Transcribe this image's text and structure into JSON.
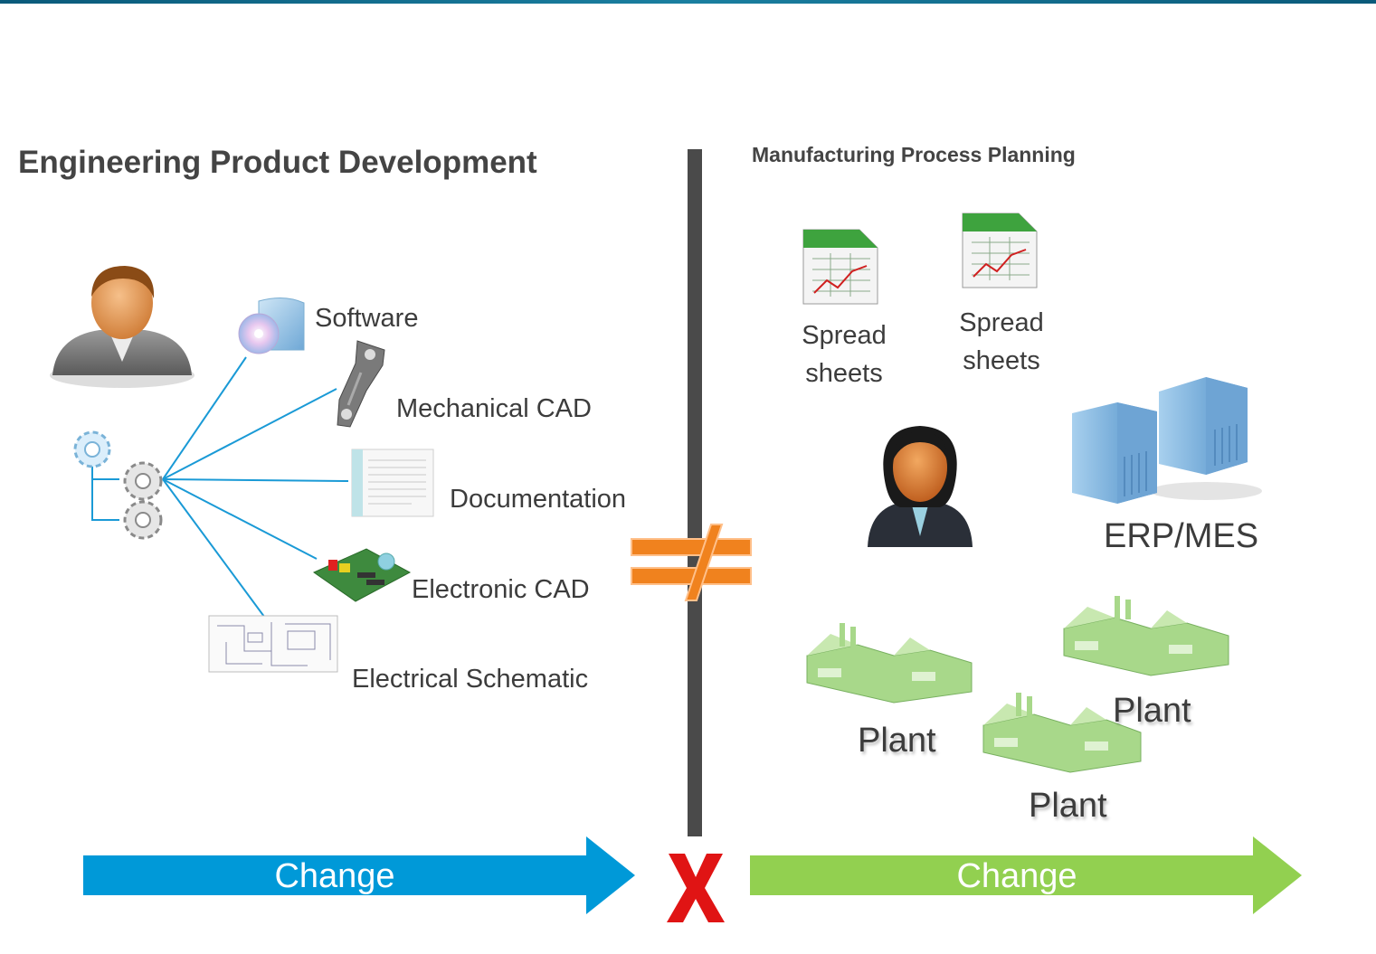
{
  "left": {
    "title": "Engineering Product Development",
    "items": [
      {
        "label": "Software",
        "icon": "software-disc-icon"
      },
      {
        "label": "Mechanical CAD",
        "icon": "mechanical-part-icon"
      },
      {
        "label": "Documentation",
        "icon": "document-icon"
      },
      {
        "label": "Electronic CAD",
        "icon": "circuit-board-icon"
      },
      {
        "label": "Electrical Schematic",
        "icon": "schematic-icon"
      }
    ],
    "arrow_label": "Change"
  },
  "right": {
    "title": "Manufacturing Process Planning",
    "spreadsheets": [
      {
        "line1": "Spread",
        "line2": "sheets"
      },
      {
        "line1": "Spread",
        "line2": "sheets"
      }
    ],
    "erp_label": "ERP/MES",
    "plants": [
      "Plant",
      "Plant",
      "Plant"
    ],
    "arrow_label": "Change"
  },
  "separator": {
    "not_equal_symbol": "≠",
    "break_mark": "X"
  },
  "colors": {
    "left_arrow": "#0099d8",
    "right_arrow": "#92d050",
    "not_equal": "#f0821e",
    "x_mark": "#e01414",
    "connector_lines": "#1a9ad6",
    "divider": "#4a4a4a"
  }
}
